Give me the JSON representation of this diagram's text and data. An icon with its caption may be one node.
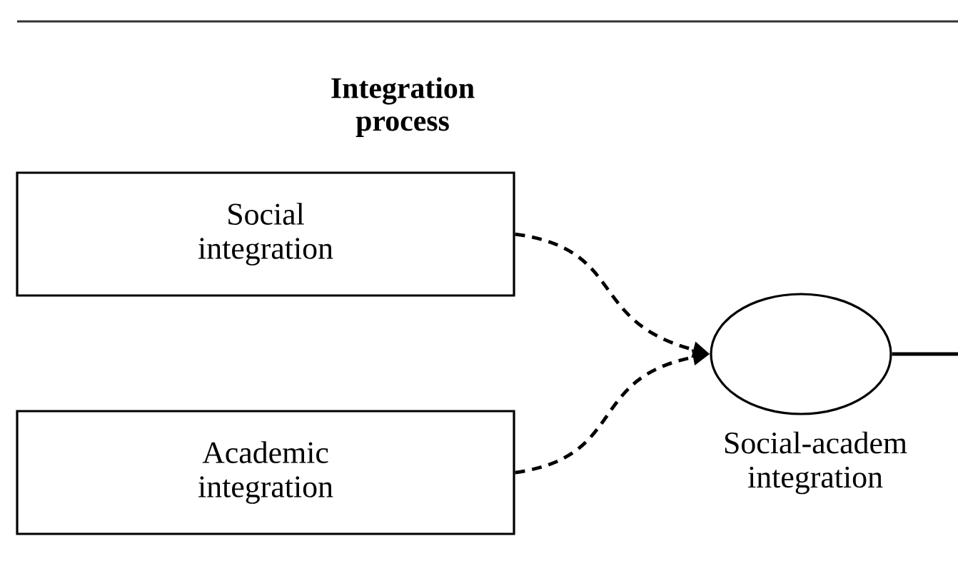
{
  "diagram": {
    "title": "Integration process",
    "nodes": [
      {
        "text": [
          "Social integration"
        ]
      },
      {
        "text": [
          "Academic integration"
        ]
      },
      {
        "text": [],
        "shape": "circle",
        "beside": [
          "Social-academ integration"
        ]
      }
    ],
    "edges": [
      {
        "from": 0,
        "to": 2,
        "arrow": "to",
        "style": "dashed"
      },
      {
        "from": 1,
        "to": 2,
        "arrow": "to",
        "style": "dashed"
      },
      {
        "from": 2,
        "to": null,
        "arrow": "none"
      }
    ]
  }
}
